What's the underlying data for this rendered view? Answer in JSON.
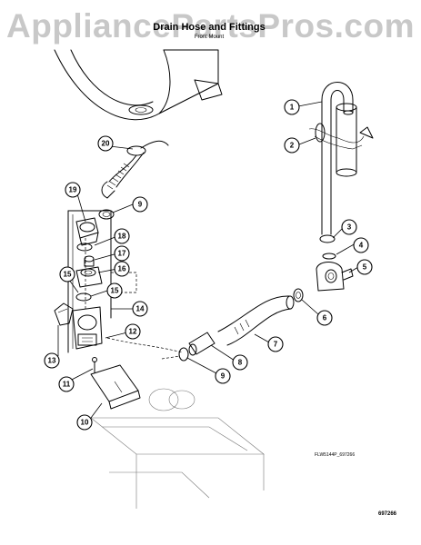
{
  "watermark": "AppliancePartsPros.com",
  "title": "Drain Hose and Fittings",
  "subtitle": "Front Mount",
  "figure_code": "FLW5144P_697266",
  "page_number": "697266",
  "callouts": [
    {
      "id": "c1",
      "label": "1"
    },
    {
      "id": "c2",
      "label": "2"
    },
    {
      "id": "c3",
      "label": "3"
    },
    {
      "id": "c4",
      "label": "4"
    },
    {
      "id": "c5",
      "label": "5"
    },
    {
      "id": "c6",
      "label": "6"
    },
    {
      "id": "c7",
      "label": "7"
    },
    {
      "id": "c8",
      "label": "8"
    },
    {
      "id": "c9a",
      "label": "9"
    },
    {
      "id": "c9b",
      "label": "9"
    },
    {
      "id": "c10",
      "label": "10"
    },
    {
      "id": "c11",
      "label": "11"
    },
    {
      "id": "c12",
      "label": "12"
    },
    {
      "id": "c13",
      "label": "13"
    },
    {
      "id": "c14",
      "label": "14"
    },
    {
      "id": "c15a",
      "label": "15"
    },
    {
      "id": "c15b",
      "label": "15"
    },
    {
      "id": "c16",
      "label": "16"
    },
    {
      "id": "c17",
      "label": "17"
    },
    {
      "id": "c18",
      "label": "18"
    },
    {
      "id": "c19",
      "label": "19"
    },
    {
      "id": "c20",
      "label": "20"
    }
  ]
}
